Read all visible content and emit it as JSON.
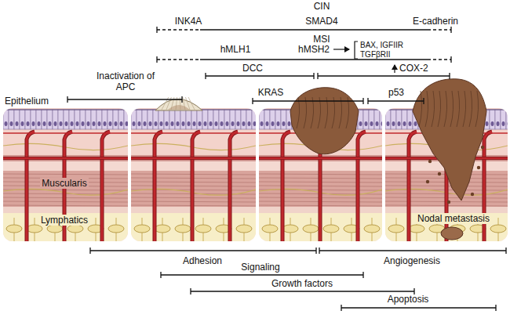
{
  "diagram": {
    "labels": [
      "CIN",
      "INK4A",
      "SMAD4",
      "E-cadherin",
      "MSI",
      "hMLH1",
      "hMSH2",
      "BAX, IGFIIR",
      "TGFβRII",
      "Inactivation of APC",
      "DCC",
      "KRAS",
      "COX-2",
      "p53",
      "Epithelium",
      "Muscularis",
      "Lymphatics",
      "Nodal metastasis",
      "Adhesion",
      "Signaling",
      "Angiogenesis",
      "Growth factors",
      "Apoptosis"
    ]
  }
}
